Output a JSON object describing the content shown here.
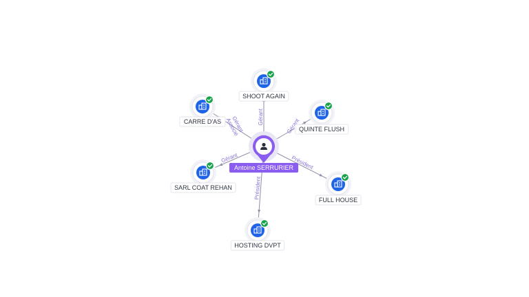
{
  "center": {
    "name": "Antoine SERRURIER",
    "icon": "person-icon",
    "color": "#8a5cf0"
  },
  "companies": [
    {
      "name": "SHOOT AGAIN",
      "role": "Gérant",
      "icon": "building-icon",
      "status": "check-icon"
    },
    {
      "name": "QUINTE FLUSH",
      "role": "Gérant",
      "icon": "building-icon",
      "status": "check-icon"
    },
    {
      "name": "FULL HOUSE",
      "role": "Président",
      "icon": "building-icon",
      "status": "check-icon"
    },
    {
      "name": "HOSTING DVPT",
      "role": "Président",
      "icon": "building-icon",
      "status": "check-icon"
    },
    {
      "name": "SARL COAT REHAN",
      "role": "Gérant",
      "icon": "building-icon",
      "status": "check-icon"
    },
    {
      "name": "CARRE D'AS",
      "role": "Gérant Associé",
      "icon": "building-icon",
      "status": "check-icon"
    }
  ],
  "colors": {
    "company_icon": "#1f64e6",
    "active_badge": "#16a34a",
    "edge_label": "#8a74dc"
  }
}
